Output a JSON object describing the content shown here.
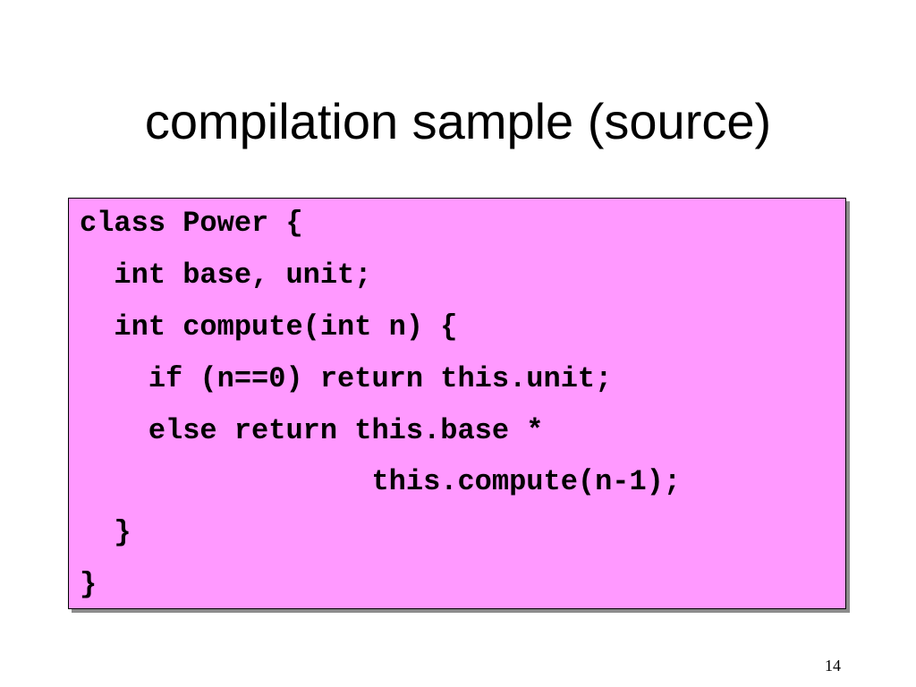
{
  "slide": {
    "title": "compilation sample (source)",
    "code_lines": [
      "class Power {",
      "  int base, unit;",
      "  int compute(int n) {",
      "    if (n==0) return this.unit;",
      "    else return this.base *",
      "                 this.compute(n-1);",
      "  }",
      "}"
    ],
    "page_number": "14",
    "colors": {
      "code_background": "#ff99ff",
      "code_shadow": "#8c8c8c",
      "text": "#000000",
      "background": "#ffffff"
    }
  }
}
